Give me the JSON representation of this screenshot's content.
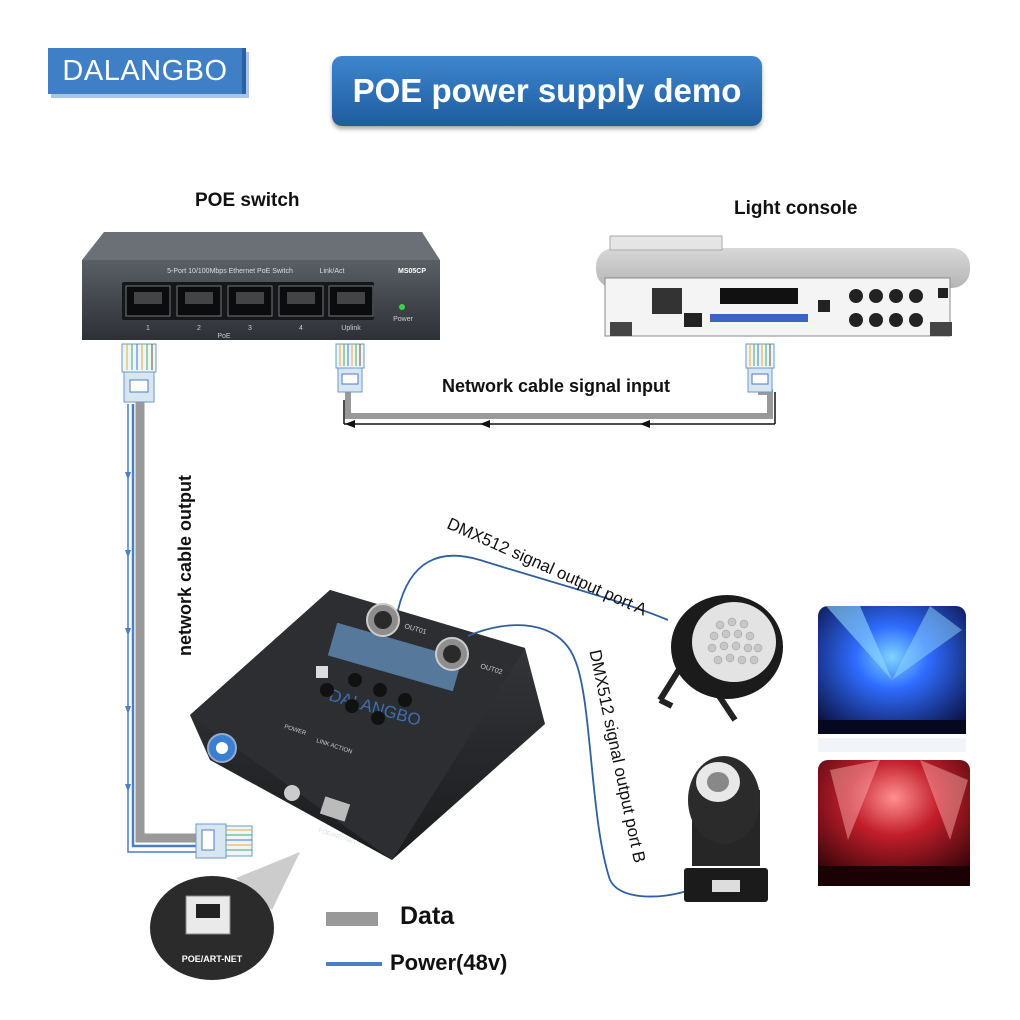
{
  "brand": {
    "logo_text": "DALANGBO"
  },
  "title": "POE power supply demo",
  "labels": {
    "poe_switch": "POE switch",
    "light_console": "Light console",
    "network_signal_input": "Network cable signal input",
    "network_cable_output": "network cable output",
    "dmx_port_a": "DMX512 signal output port A",
    "dmx_port_b": "DMX512 signal output port B"
  },
  "switch_device": {
    "model_text": "5-Port 10/100Mbps Ethernet PoE Switch",
    "link_act": "Link/Act",
    "model_id": "MS05CP",
    "ports": [
      "1",
      "2",
      "3",
      "4"
    ],
    "poe_label": "PoE",
    "uplink": "Uplink",
    "power": "Power"
  },
  "node_device": {
    "brand": "DALANGBO",
    "out1": "OUT01",
    "out2": "OUT02",
    "power_label": "POWER",
    "link_label": "LINK ACTION",
    "port_label": "POE/ART-NET",
    "zoom_port_label": "POE/ART-NET"
  },
  "legend": [
    {
      "label": "Data",
      "color": "#999999"
    },
    {
      "label": "Power(48v)",
      "color": "#4a7fc4"
    }
  ],
  "colors": {
    "data_cable": "#999999",
    "power_line": "#4a7fc4",
    "title_blue": "#2a6cb5",
    "dmx_cable": "#2f5f9e"
  }
}
